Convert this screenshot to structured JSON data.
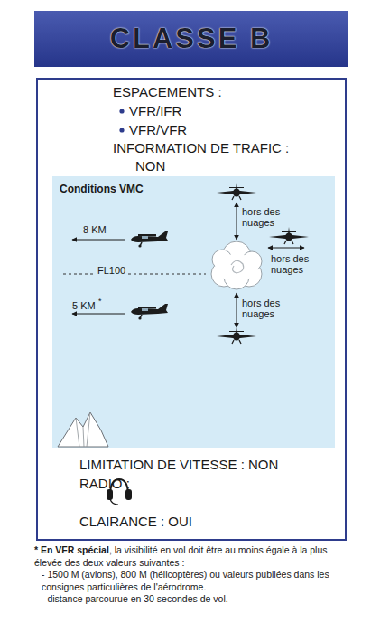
{
  "diagram": {
    "title": "CLASSE B",
    "nodes": [
      {
        "text": [
          "ESPACEMENTS :",
          "VFR/IFR",
          "VFR/VFR",
          "INFORMATION DE TRAFIC :",
          "NON",
          "LIMITATION DE VITESSE : NON",
          "RADIO :",
          "CLAIRANCE : OUI"
        ]
      },
      {
        "text": [
          "Conditions VMC"
        ],
        "in": 0
      }
    ],
    "labels": [
      "8 KM",
      "FL100",
      "5 KM",
      "*",
      "hors des nuages",
      "hors des nuages",
      "hors des nuages",
      "*",
      "En VFR spécial",
      ", la visibilité en vol doit être au moins égale à la plus élevée des deux valeurs suivantes :",
      "- 1500 M (avions), 800 M (hélicoptères) ou valeurs publiées dans les consignes particulières de l'aérodrome.",
      "- distance parcourue en 30 secondes de vol."
    ]
  }
}
